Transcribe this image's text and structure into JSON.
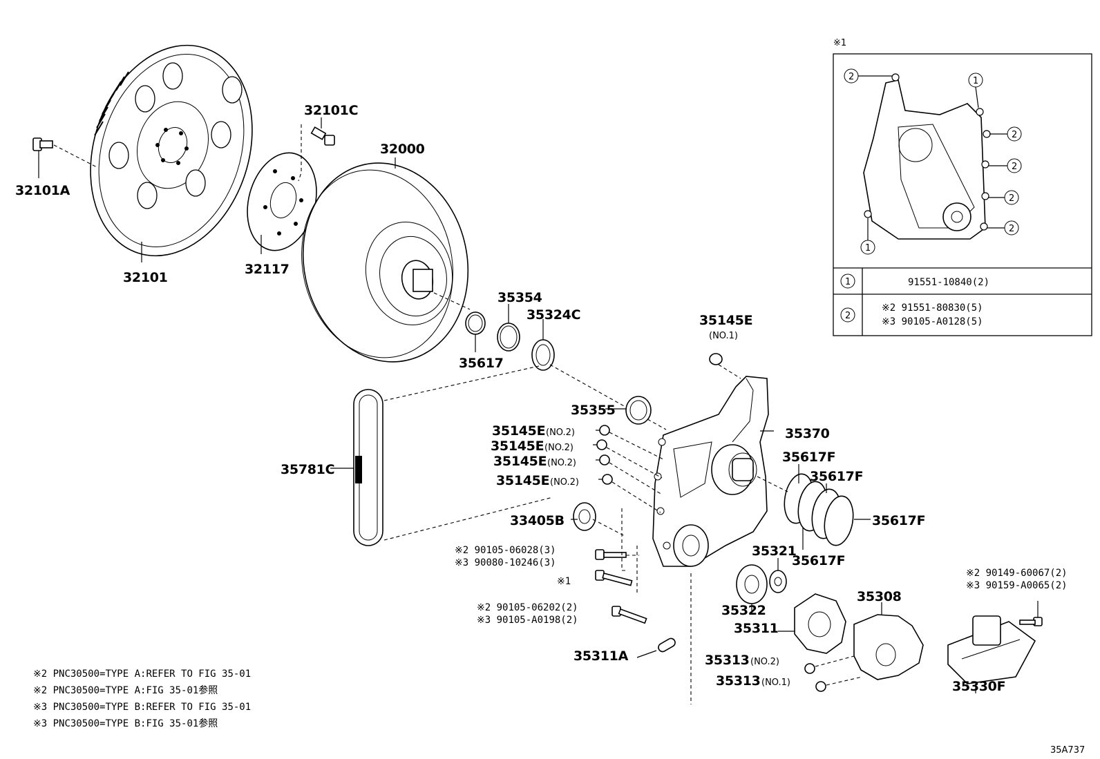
{
  "labels": {
    "p32101A": "32101A",
    "p32101": "32101",
    "p32117": "32117",
    "p32101C": "32101C",
    "p32000": "32000",
    "p35354": "35354",
    "p35324C": "35324C",
    "p35617": "35617",
    "p35145E_top": "35145E",
    "p35145E_top_sub": "(NO.1)",
    "p35355": "35355",
    "p35370": "35370",
    "p35145E_a": "35145E",
    "p35145E_b": "35145E",
    "p35145E_c": "35145E",
    "p35145E_d": "35145E",
    "no2": "(NO.2)",
    "p35781C": "35781C",
    "p33405B": "33405B",
    "p35617F_1": "35617F",
    "p35617F_2": "35617F",
    "p35617F_3": "35617F",
    "p35617F_4": "35617F",
    "p35321": "35321",
    "p35322": "35322",
    "p35311": "35311",
    "p35308": "35308",
    "p35311A": "35311A",
    "p35313_a": "35313",
    "p35313_a_sub": "(NO.2)",
    "p35313_b": "35313",
    "p35313_b_sub": "(NO.1)",
    "p35330F": "35330F",
    "bolt_a1": "※2 90105-06028(3)",
    "bolt_a2": "※3 90080-10246(3)",
    "bolt_b": "※1",
    "bolt_c1": "※2 90105-06202(2)",
    "bolt_c2": "※3 90105-A0198(2)",
    "bolt_d1": "※2 90149-60067(2)",
    "bolt_d2": "※3 90159-A0065(2)",
    "figure_code": "35A737"
  },
  "inset": {
    "title": "※1",
    "callout_1": "1",
    "callout_2": "2",
    "table": [
      {
        "key": "1",
        "line1": "91551-10840(2)",
        "line2": ""
      },
      {
        "key": "2",
        "line1": "※2 91551-80830(5)",
        "line2": "※3 90105-A0128(5)"
      }
    ]
  },
  "notes": [
    "※2 PNC30500=TYPE A:REFER TO FIG 35-01",
    "※2 PNC30500=TYPE A:FIG 35-01参照",
    "※3 PNC30500=TYPE B:REFER TO FIG 35-01",
    "※3 PNC30500=TYPE B:FIG 35-01参照"
  ]
}
